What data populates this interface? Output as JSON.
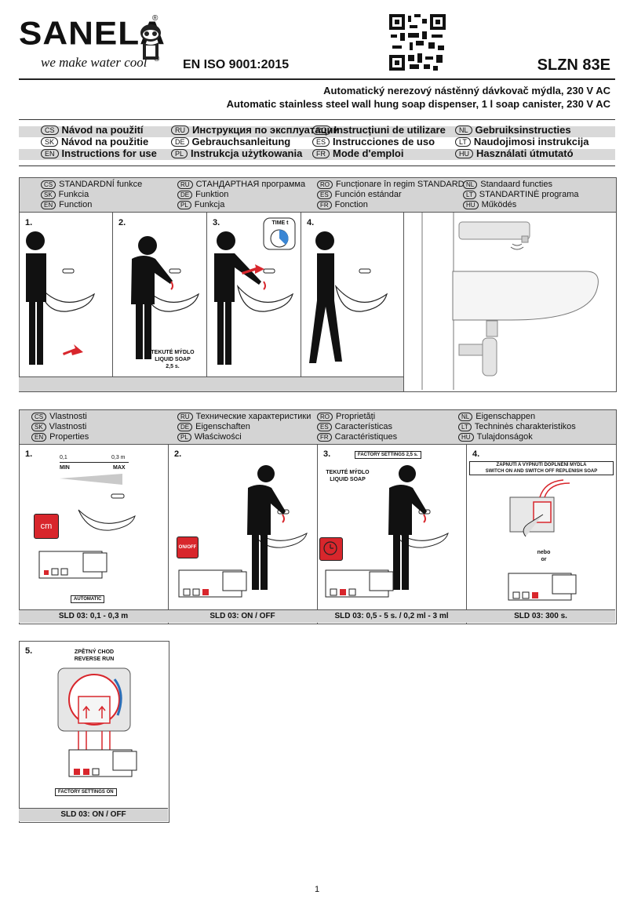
{
  "header": {
    "brand": "SANELA",
    "slogan": "we make water cool",
    "reg_mark": "®",
    "iso": "EN ISO 9001:2015",
    "model": "SLZN 83E",
    "title_cs": "Automatický nerezový nástěnný dávkovač mýdla, 230 V AC",
    "title_en": "Automatic stainless steel wall hung soap dispenser, 1 l soap canister, 230 V AC"
  },
  "languages": [
    {
      "code": "CS",
      "label": "Návod na použití"
    },
    {
      "code": "RU",
      "label": "Инструкция по эксплуатации"
    },
    {
      "code": "RO",
      "label": "Instrucțiuni de utilizare"
    },
    {
      "code": "NL",
      "label": "Gebruiksinstructies"
    },
    {
      "code": "SK",
      "label": "Návod na použitie"
    },
    {
      "code": "DE",
      "label": "Gebrauchsanleitung"
    },
    {
      "code": "ES",
      "label": "Instrucciones de uso"
    },
    {
      "code": "LT",
      "label": "Naudojimosi instrukcija"
    },
    {
      "code": "EN",
      "label": "Instructions for use"
    },
    {
      "code": "PL",
      "label": "Instrukcja użytkowania"
    },
    {
      "code": "FR",
      "label": "Mode d'emploi"
    },
    {
      "code": "HU",
      "label": "Használati útmutató"
    }
  ],
  "function_section": {
    "items": [
      {
        "code": "CS",
        "label": "STANDARDNÍ funkce"
      },
      {
        "code": "RU",
        "label": "СТАНДАРТНАЯ программа"
      },
      {
        "code": "RO",
        "label": "Funcționare în regim STANDARD"
      },
      {
        "code": "NL",
        "label": "Standaard functies"
      },
      {
        "code": "SK",
        "label": "Funkcia"
      },
      {
        "code": "DE",
        "label": "Funktion"
      },
      {
        "code": "ES",
        "label": "Función estándar"
      },
      {
        "code": "LT",
        "label": "STANDARTINĖ programa"
      },
      {
        "code": "EN",
        "label": "Function"
      },
      {
        "code": "PL",
        "label": "Funkcja"
      },
      {
        "code": "FR",
        "label": "Fonction"
      },
      {
        "code": "HU",
        "label": "Működés"
      }
    ],
    "steps": [
      "1.",
      "2.",
      "3.",
      "4."
    ],
    "time_label": "TIME t",
    "soap_note": [
      "TEKUTÉ MÝDLO",
      "LIQUID SOAP",
      "2,5 s."
    ]
  },
  "properties_section": {
    "items": [
      {
        "code": "CS",
        "label": "Vlastnosti"
      },
      {
        "code": "RU",
        "label": "Технические характеристики"
      },
      {
        "code": "RO",
        "label": "Proprietăți"
      },
      {
        "code": "NL",
        "label": "Eigenschappen"
      },
      {
        "code": "SK",
        "label": "Vlastnosti"
      },
      {
        "code": "DE",
        "label": "Eigenschaften"
      },
      {
        "code": "ES",
        "label": "Características"
      },
      {
        "code": "LT",
        "label": "Techninės charakteristikos"
      },
      {
        "code": "EN",
        "label": "Properties"
      },
      {
        "code": "PL",
        "label": "Właściwości"
      },
      {
        "code": "FR",
        "label": "Caractéristiques"
      },
      {
        "code": "HU",
        "label": "Tulajdonságok"
      }
    ],
    "panel1": {
      "num": "1.",
      "range_min": "0,1",
      "range_max": "0,3 m",
      "min": "MIN",
      "max": "MAX",
      "cm": "cm",
      "auto": "AUTOMATIC",
      "caption": "SLD 03: 0,1 - 0,3 m"
    },
    "panel2": {
      "num": "2.",
      "onoff": "ON/OFF",
      "caption": "SLD 03: ON / OFF"
    },
    "panel3": {
      "num": "3.",
      "factory": "FACTORY SETTINGS 2,5 s.",
      "soap1": "TEKUTÉ MÝDLO",
      "soap2": "LIQUID SOAP",
      "caption": "SLD 03: 0,5 - 5 s. / 0,2 ml - 3 ml"
    },
    "panel4": {
      "num": "4.",
      "line1": "ZAPNUTÍ A VYPNUTÍ DOPLNĚNÍ MÝDLA",
      "line2": "SWITCH ON AND SWITCH OFF REPLENISH SOAP",
      "nebo": "nebo",
      "or": "or",
      "caption": "SLD 03: 300 s."
    },
    "panel5": {
      "num": "5.",
      "rev1": "ZPĚTNÝ CHOD",
      "rev2": "REVERSE RUN",
      "factory": "FACTORY SETTINGS ON",
      "caption": "SLD 03: ON / OFF"
    }
  },
  "page_number": "1",
  "colors": {
    "accent_red": "#d8262c",
    "panel_grey": "#d4d4d4"
  }
}
